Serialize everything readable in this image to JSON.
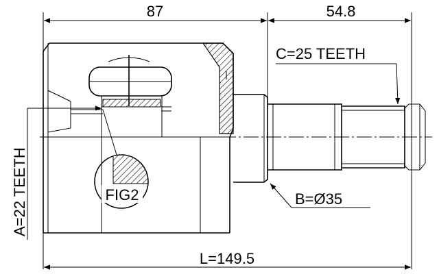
{
  "dimensions": {
    "top_left": "87",
    "top_right": "54.8",
    "overall_length": "L=149.5"
  },
  "callouts": {
    "spline_c": "C=25 TEETH",
    "diameter_b": "B=Ø35",
    "spline_a": "A=22 TEETH",
    "figure_ref": "FIG2"
  },
  "colors": {
    "line": "#000000",
    "background": "#ffffff"
  }
}
